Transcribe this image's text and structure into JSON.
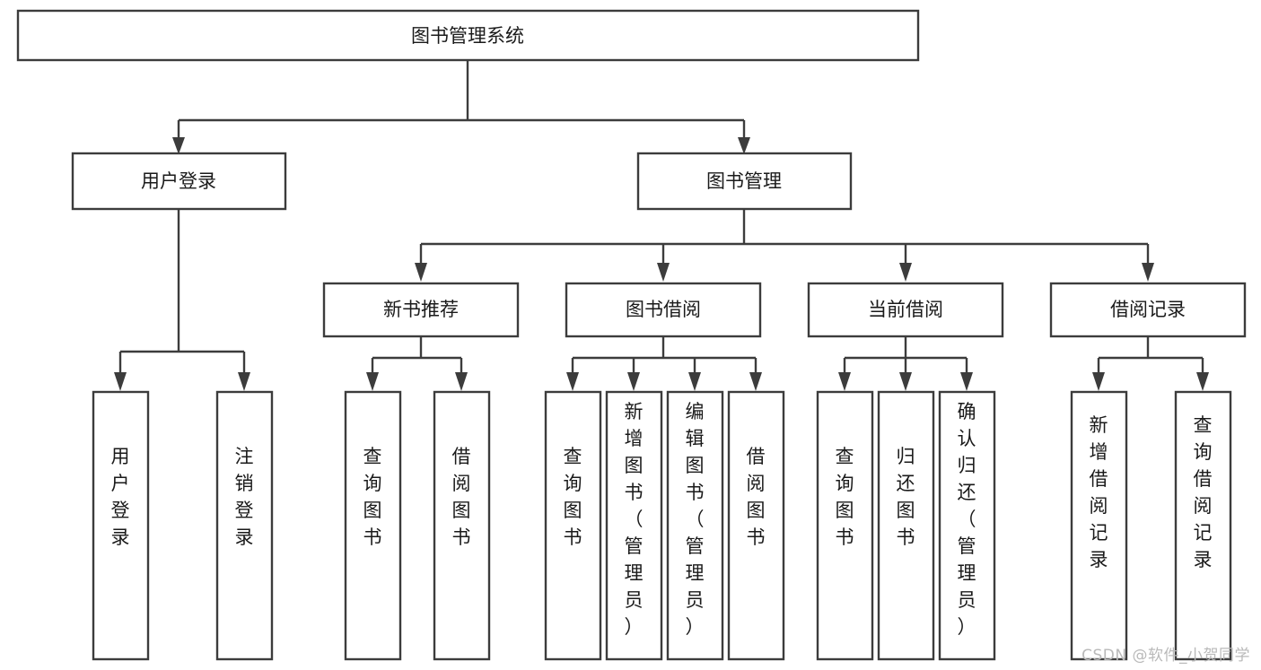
{
  "diagram": {
    "kind": "tree-structure-chart",
    "title": "图书管理系统",
    "watermark": "CSDN @软件_小贺同学",
    "colors": {
      "box_stroke": "#3c3c3c",
      "box_fill": "#ffffff",
      "text": "#1a1a1a",
      "background": "#ffffff",
      "watermark": "#b9b9b9"
    },
    "levels": {
      "root": {
        "label": "图书管理系统"
      },
      "level2": [
        {
          "id": "user-login",
          "label": "用户登录"
        },
        {
          "id": "book-manage",
          "label": "图书管理"
        }
      ],
      "level3": [
        {
          "id": "new-book-recommend",
          "label": "新书推荐",
          "parent": "book-manage"
        },
        {
          "id": "book-borrow",
          "label": "图书借阅",
          "parent": "book-manage"
        },
        {
          "id": "current-borrow",
          "label": "当前借阅",
          "parent": "book-manage"
        },
        {
          "id": "borrow-record",
          "label": "借阅记录",
          "parent": "book-manage"
        }
      ],
      "leaves": [
        {
          "id": "leaf-user-login",
          "label": "用户登录",
          "parent": "user-login"
        },
        {
          "id": "leaf-user-logout",
          "label": "注销登录",
          "parent": "user-login"
        },
        {
          "id": "leaf-nbr-query",
          "label": "查询图书",
          "parent": "new-book-recommend"
        },
        {
          "id": "leaf-nbr-borrow",
          "label": "借阅图书",
          "parent": "new-book-recommend"
        },
        {
          "id": "leaf-bb-query",
          "label": "查询图书",
          "parent": "book-borrow"
        },
        {
          "id": "leaf-bb-add",
          "label": "新增图书（管理员）",
          "parent": "book-borrow"
        },
        {
          "id": "leaf-bb-edit",
          "label": "编辑图书（管理员）",
          "parent": "book-borrow"
        },
        {
          "id": "leaf-bb-borrow",
          "label": "借阅图书",
          "parent": "book-borrow"
        },
        {
          "id": "leaf-cb-query",
          "label": "查询图书",
          "parent": "current-borrow"
        },
        {
          "id": "leaf-cb-return",
          "label": "归还图书",
          "parent": "current-borrow"
        },
        {
          "id": "leaf-cb-confirm",
          "label": "确认归还（管理员）",
          "parent": "current-borrow"
        },
        {
          "id": "leaf-br-add",
          "label": "新增借阅记录",
          "parent": "borrow-record"
        },
        {
          "id": "leaf-br-query",
          "label": "查询借阅记录",
          "parent": "borrow-record"
        }
      ]
    }
  }
}
